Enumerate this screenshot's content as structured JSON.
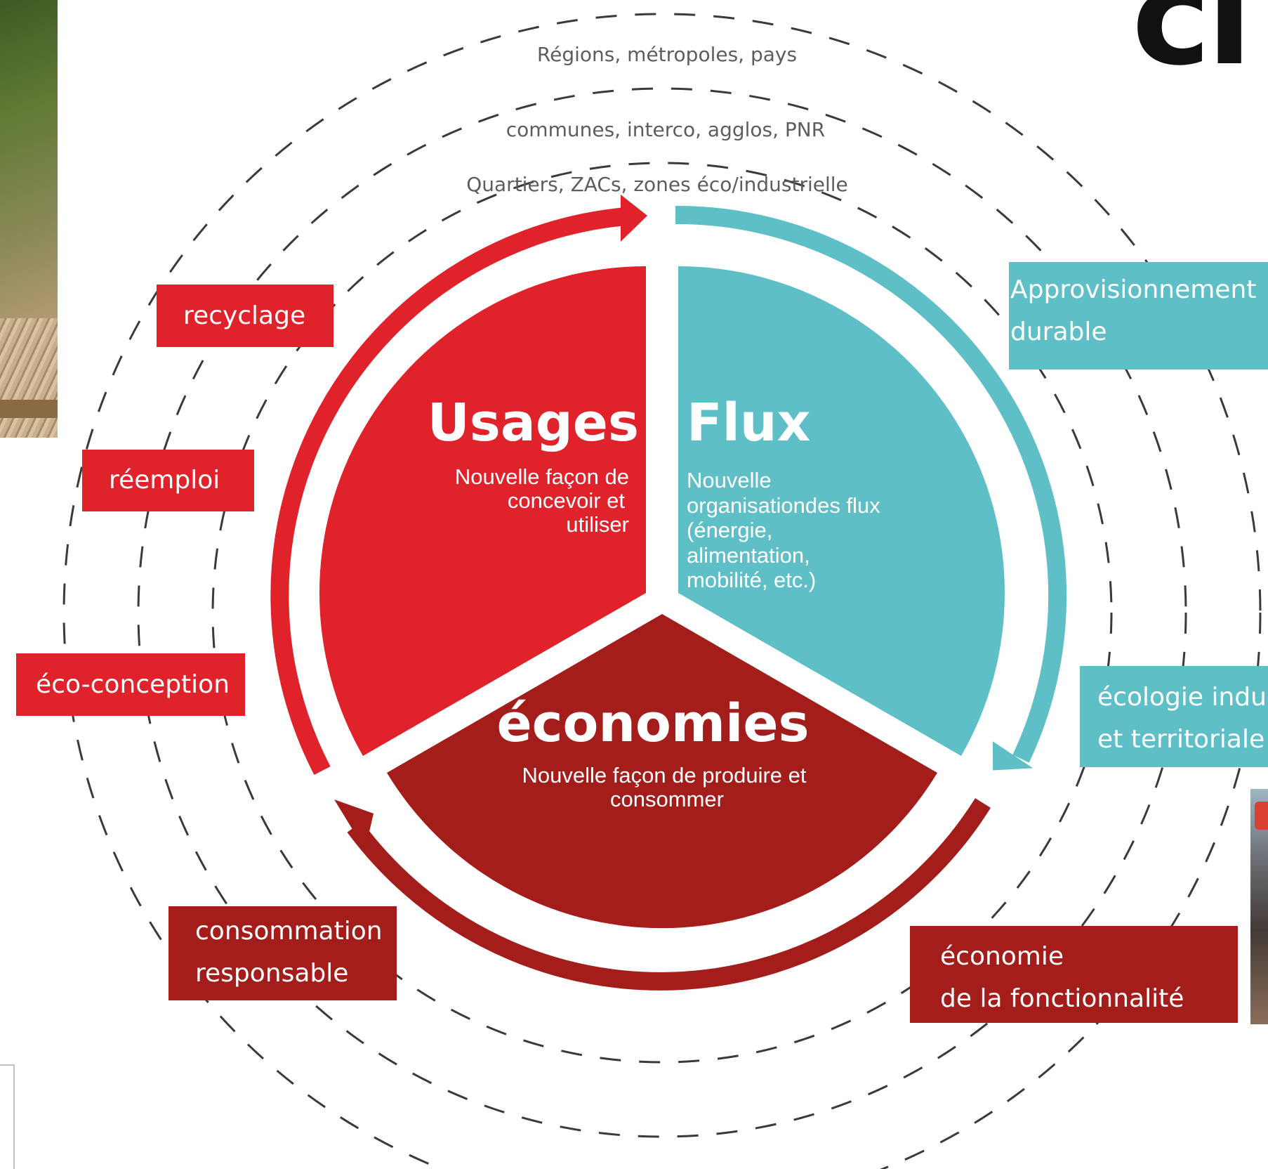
{
  "ring_labels": {
    "outer": "Régions, métropoles, pays",
    "middle": "communes, interco, agglos, PNR",
    "inner": "Quartiers, ZACs, zones éco/industrielle"
  },
  "sectors": {
    "usages": {
      "title": "Usages",
      "desc": [
        "Nouvelle façon de",
        "concevoir et",
        "utiliser"
      ],
      "color": "#e0232b"
    },
    "flux": {
      "title": "Flux",
      "desc": [
        "Nouvelle",
        "organisationdes flux",
        "(énergie,",
        "alimentation,",
        "mobilité, etc.)"
      ],
      "color": "#5fbfc7"
    },
    "economies": {
      "title": "économies",
      "desc": [
        "Nouvelle façon de produire et",
        "consommer"
      ],
      "color": "#a31d1a"
    }
  },
  "tags": {
    "recyclage": "recyclage",
    "reemploi": "réemploi",
    "eco_conception": "éco-conception",
    "consommation": [
      "consommation",
      "responsable"
    ],
    "approvisionnement": [
      "Approvisionnement",
      "durable"
    ],
    "ecologie": [
      "écologie indu",
      "et territoriale"
    ],
    "economie_fonctionnalite": [
      "économie",
      "de la fonctionnalité"
    ]
  },
  "colors": {
    "red": "#e0232b",
    "teal": "#5fbfc7",
    "dark_red": "#a31d1a",
    "dashes": "#3a3a3a"
  },
  "corner_text": "ci"
}
